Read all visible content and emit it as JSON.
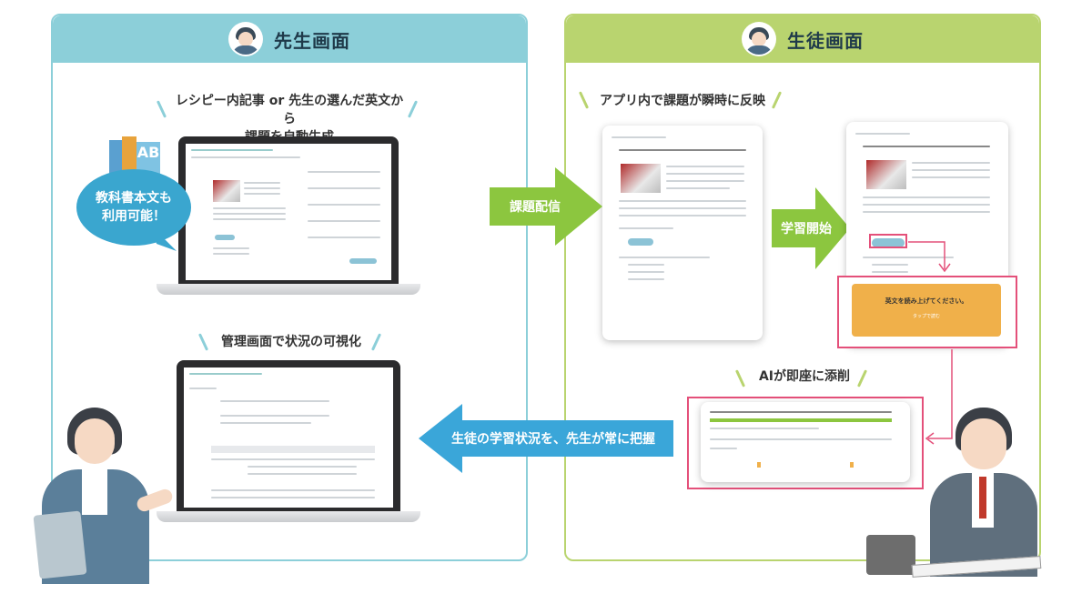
{
  "teacher_panel": {
    "title": "先生画面",
    "caption_top_line1": "レシピー内記事 or 先生の選んだ英文から",
    "caption_top_line2": "課題を自動生成",
    "bubble_line1": "教科書本文も",
    "bubble_line2": "利用可能！",
    "caption_bottom": "管理画面で状況の可視化",
    "color": "#8ccfd9"
  },
  "student_panel": {
    "title": "生徒画面",
    "caption_top": "アプリ内で課題が瞬時に反映",
    "caption_ai": "AIが即座に添削",
    "popup_text": "英文を読み上げてください。",
    "popup_sub": "タップで読む",
    "color": "#b9d46f"
  },
  "arrows": {
    "deliver": "課題配信",
    "start": "学習開始",
    "feedback": "生徒の学習状況を、先生が常に把握",
    "green": "#8cc63f",
    "blue": "#3aa6d9"
  },
  "colors": {
    "highlight": "#e4507a",
    "popup": "#f0b04a"
  }
}
